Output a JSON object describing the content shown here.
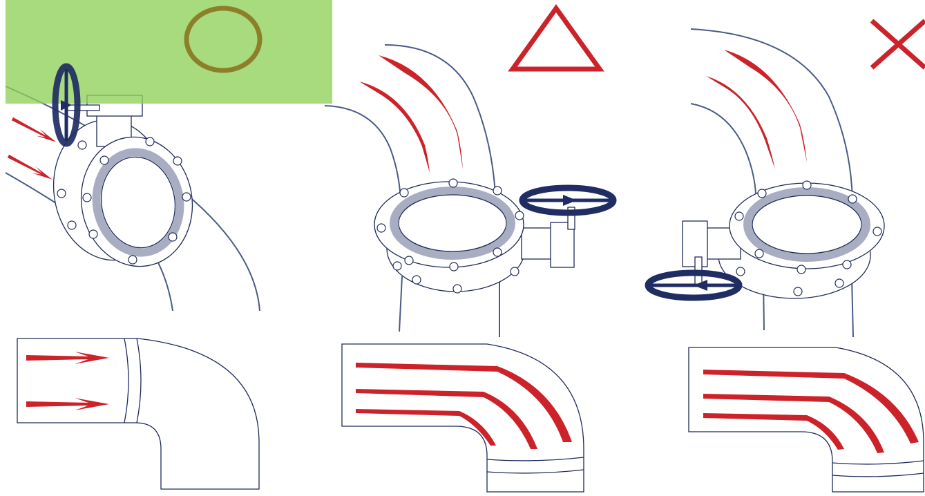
{
  "colors": {
    "background": "#ffffff",
    "pipe_outline": "#4a5a86",
    "thin_outline": "#1e2a5a",
    "flow_arrow": "#cc2229",
    "handwheel": "#1f2d63",
    "valve_seat": "#a9adc2",
    "highlight_band": "#8fcf5a",
    "good_marker": "#8d7f2a",
    "caution_marker": "#cc2229",
    "bad_marker": "#cc2229"
  },
  "panels": [
    {
      "id": "left",
      "marker": "circle",
      "marker_meaning": "correct",
      "handwheel": "top"
    },
    {
      "id": "middle",
      "marker": "triangle",
      "marker_meaning": "caution",
      "handwheel": "right"
    },
    {
      "id": "right",
      "marker": "cross",
      "marker_meaning": "incorrect",
      "handwheel": "left"
    }
  ]
}
